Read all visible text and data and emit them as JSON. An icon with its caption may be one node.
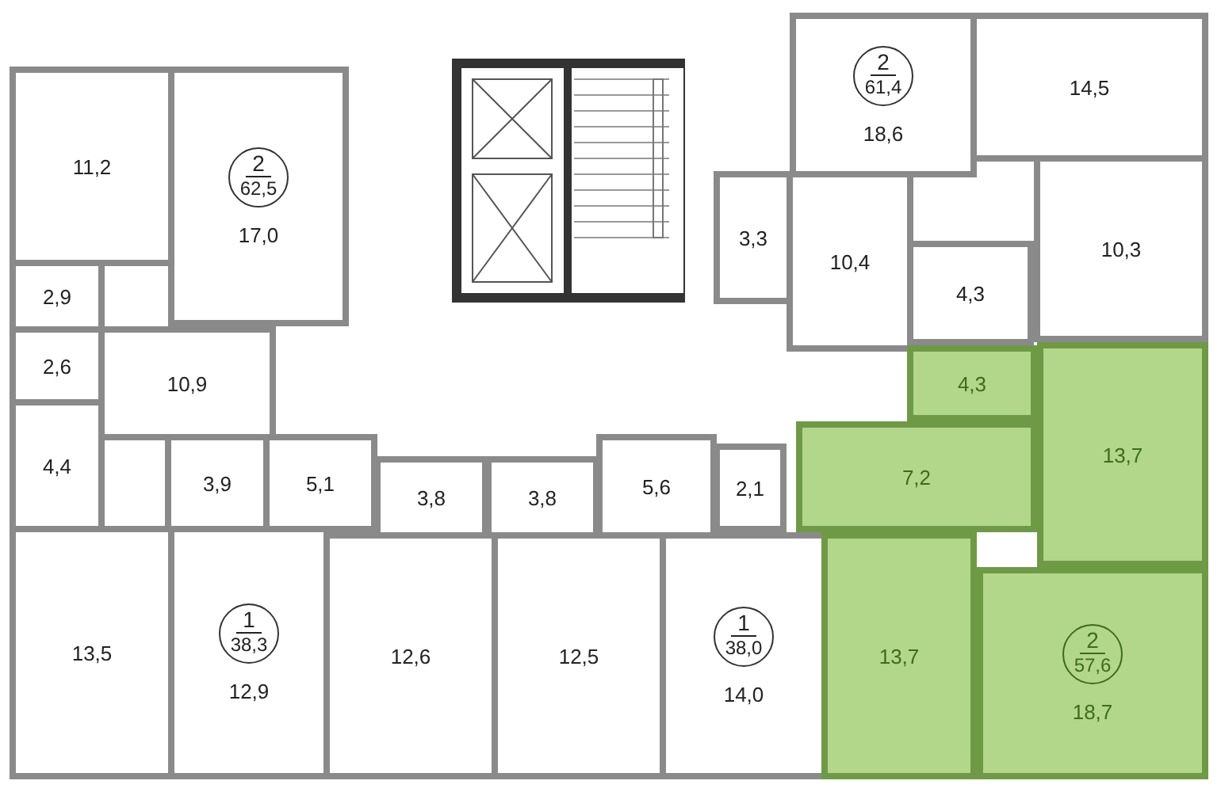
{
  "diagram": {
    "nodes": [
      {
        "text": [
          "11,2"
        ]
      },
      {
        "text": [
          "17,0"
        ]
      },
      {
        "text": [
          "2",
          "62,5"
        ],
        "in": 1
      },
      {
        "text": [
          "2,9"
        ]
      },
      {
        "text": [
          "2,6"
        ]
      },
      {
        "text": [
          "10,9"
        ]
      },
      {
        "text": [
          "4,4"
        ]
      },
      {
        "text": [
          "13,5"
        ]
      },
      {
        "text": [
          "3,9"
        ]
      },
      {
        "text": [
          "5,1"
        ]
      },
      {
        "text": [
          "12,9"
        ]
      },
      {
        "text": [
          "1",
          "38,3"
        ],
        "in": 10
      },
      {
        "text": [
          "3,8"
        ]
      },
      {
        "text": [
          "3,8"
        ]
      },
      {
        "text": [
          "5,6"
        ]
      },
      {
        "text": [
          "2,1"
        ]
      },
      {
        "text": [
          "12,6"
        ]
      },
      {
        "text": [
          "12,5"
        ]
      },
      {
        "text": [
          "14,0"
        ]
      },
      {
        "text": [
          "1",
          "38,0"
        ],
        "in": 18
      },
      {
        "text": [
          "18,6"
        ]
      },
      {
        "text": [
          "2",
          "61,4"
        ],
        "in": 20
      },
      {
        "text": [
          "14,5"
        ]
      },
      {
        "text": [
          "3,3"
        ]
      },
      {
        "text": [
          "10,4"
        ]
      },
      {
        "text": [
          "4,3"
        ]
      },
      {
        "text": [
          "10,3"
        ]
      },
      {
        "text": [
          "4,3"
        ]
      },
      {
        "text": [
          "7,2"
        ]
      },
      {
        "text": [
          "13,7"
        ]
      },
      {
        "text": [
          "13,7"
        ]
      },
      {
        "text": [
          "18,7"
        ]
      },
      {
        "text": [
          "2",
          "57,6"
        ],
        "in": 31
      }
    ]
  }
}
